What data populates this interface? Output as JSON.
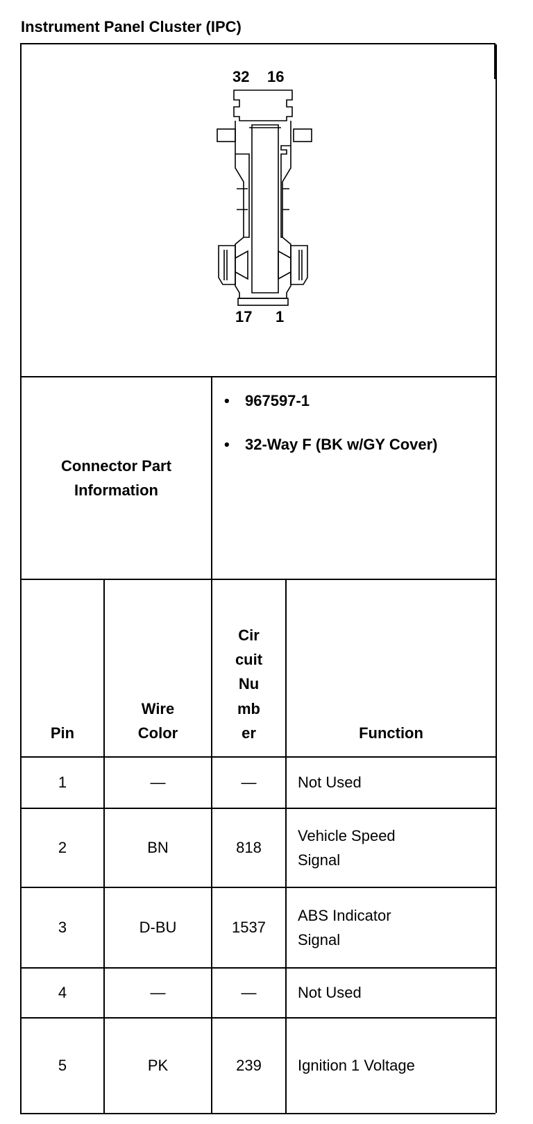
{
  "title": "Instrument Panel Cluster (IPC)",
  "connector": {
    "pin_labels_top": [
      "32",
      "16"
    ],
    "pin_labels_bottom": [
      "17",
      "1"
    ]
  },
  "part_info": {
    "label": "Connector Part Information",
    "items": [
      "967597-1",
      "32-Way F (BK w/GY Cover)"
    ],
    "bullet": "•"
  },
  "table": {
    "headers": {
      "pin": "Pin",
      "wire_color": "Wire Color",
      "circuit_number": [
        "Cir",
        "cuit",
        "Nu",
        "mb",
        "er"
      ],
      "function": "Function"
    },
    "rows": [
      {
        "pin": "1",
        "wire_color": "—",
        "circuit": "—",
        "function": "Not Used"
      },
      {
        "pin": "2",
        "wire_color": "BN",
        "circuit": "818",
        "function": "Vehicle Speed Signal"
      },
      {
        "pin": "3",
        "wire_color": "D-BU",
        "circuit": "1537",
        "function": "ABS Indicator Signal"
      },
      {
        "pin": "4",
        "wire_color": "—",
        "circuit": "—",
        "function": "Not Used"
      },
      {
        "pin": "5",
        "wire_color": "PK",
        "circuit": "239",
        "function": "Ignition 1 Voltage"
      }
    ]
  }
}
